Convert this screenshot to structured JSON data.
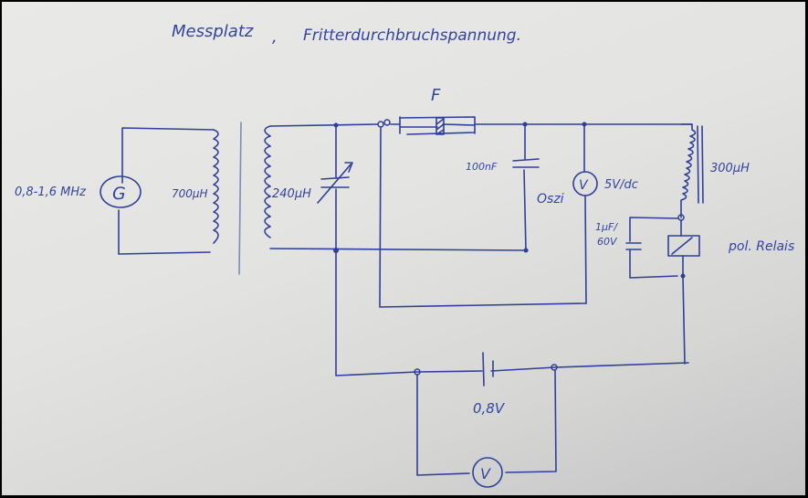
{
  "title": {
    "heading": "Messplatz",
    "separator": ",",
    "subtitle": "Fritterdurchbruchspannung."
  },
  "generator": {
    "frequency_range": "0,8-1,6 MHz",
    "symbol": "G"
  },
  "coils": {
    "primary": "700µH",
    "secondary": "240µH",
    "choke": "300µH"
  },
  "fritter": {
    "label": "F"
  },
  "capacitors": {
    "coupling": "100nF",
    "relay_cap_value": "1µF/",
    "relay_cap_voltage": "60V"
  },
  "oscilloscope": {
    "label": "Oszi",
    "symbol": "V",
    "scale": "5V/dc"
  },
  "relay": {
    "label": "pol. Relais"
  },
  "battery": {
    "voltage": "0,8V"
  },
  "voltmeter": {
    "symbol": "V"
  },
  "colors": {
    "ink": "#2f3f9a",
    "paper": "#e6e6e4",
    "frame": "#000000"
  }
}
